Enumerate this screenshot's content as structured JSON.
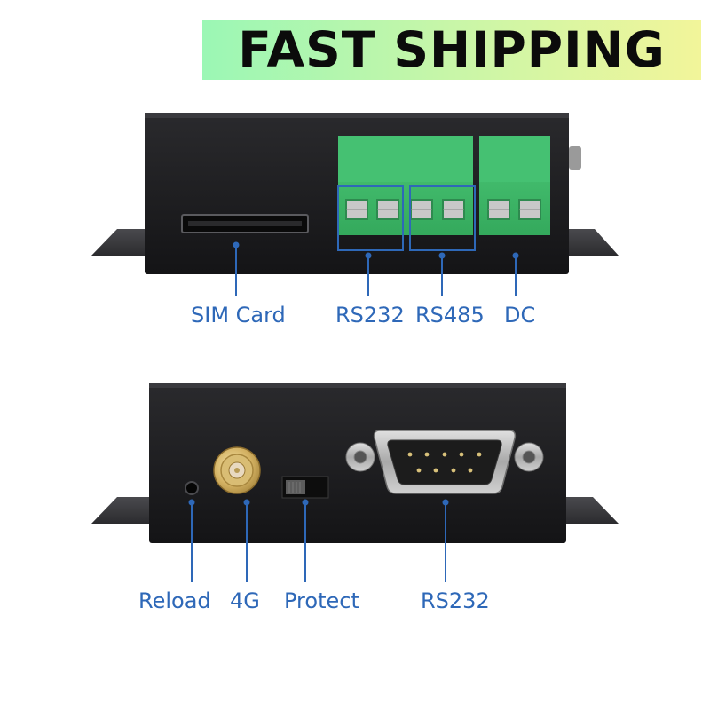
{
  "banner": {
    "text": "FAST SHIPPING"
  },
  "front_panel": {
    "labels": {
      "sim_card": "SIM Card",
      "rs232": "RS232",
      "rs485": "RS485",
      "dc": "DC"
    }
  },
  "back_panel": {
    "labels": {
      "reload": "Reload",
      "antenna": "4G",
      "protect": "Protect",
      "rs232": "RS232"
    }
  },
  "colors": {
    "callout": "#2e68b8",
    "terminal_green": "#3fba6a",
    "device_body": "#1c1c1e"
  }
}
